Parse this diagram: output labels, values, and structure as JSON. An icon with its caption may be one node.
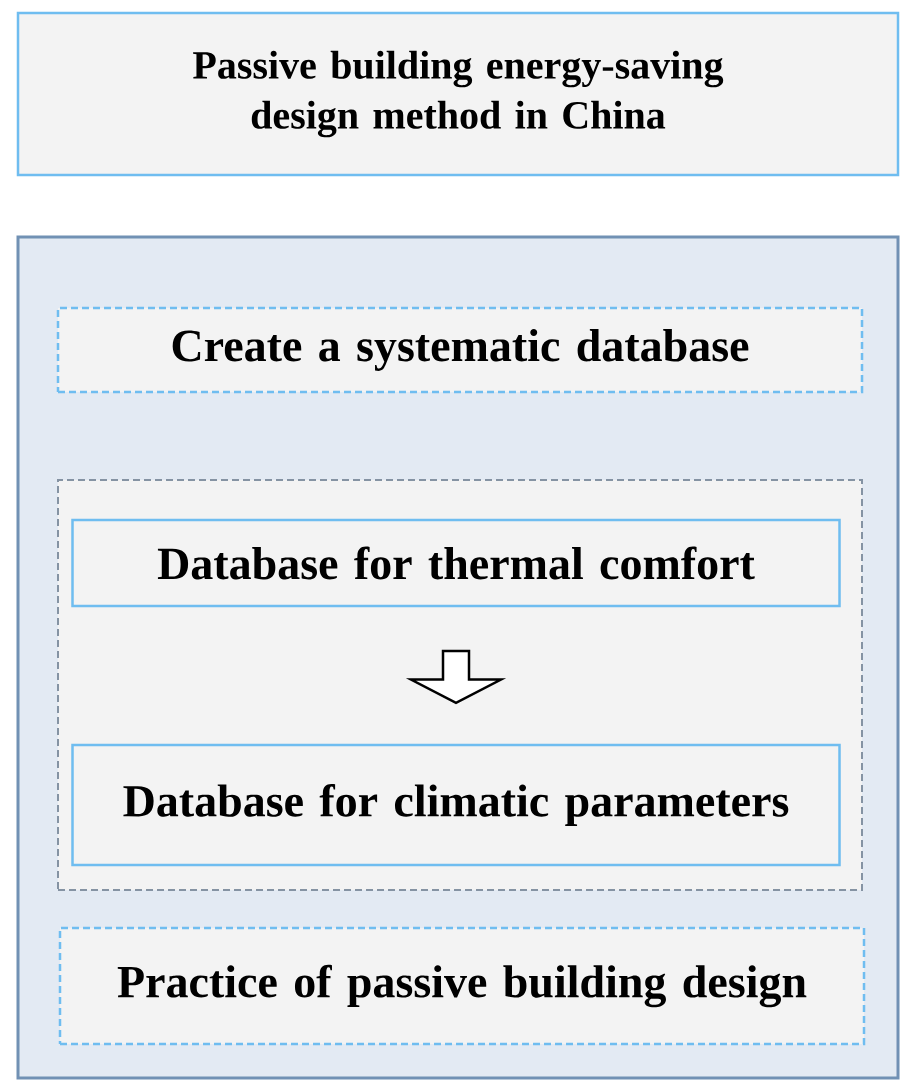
{
  "diagram": {
    "nodes": [
      {
        "text": [
          "Passive building energy-saving design method in China"
        ]
      },
      {
        "text": [],
        "shape": "box"
      },
      {
        "text": [
          "Create a systematic database"
        ],
        "in": 1
      },
      {
        "text": [],
        "shape": "box",
        "in": 1
      },
      {
        "text": [
          "Database for thermal comfort"
        ],
        "in": 3
      },
      {
        "text": [
          "Database for climatic parameters"
        ],
        "in": 3
      },
      {
        "text": [
          "Practice of passive building design"
        ],
        "in": 1
      }
    ],
    "edges": [
      {
        "from": 4,
        "to": 5,
        "arrow": "to"
      }
    ]
  }
}
